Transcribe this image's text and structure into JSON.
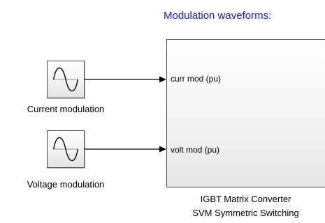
{
  "annotation": {
    "text": "Modulation waveforms:",
    "color": "#1a1adc"
  },
  "blocks": {
    "current_source": {
      "icon": "sine-wave-icon",
      "label": "Current modulation"
    },
    "voltage_source": {
      "icon": "sine-wave-icon",
      "label": "Voltage modulation"
    },
    "converter": {
      "ports": {
        "curr_mod": "curr mod (pu)",
        "volt_mod": "volt mod (pu)"
      },
      "title_line1": "IGBT Matrix Converter",
      "title_line2": "SVM Symmetric Switching"
    }
  }
}
